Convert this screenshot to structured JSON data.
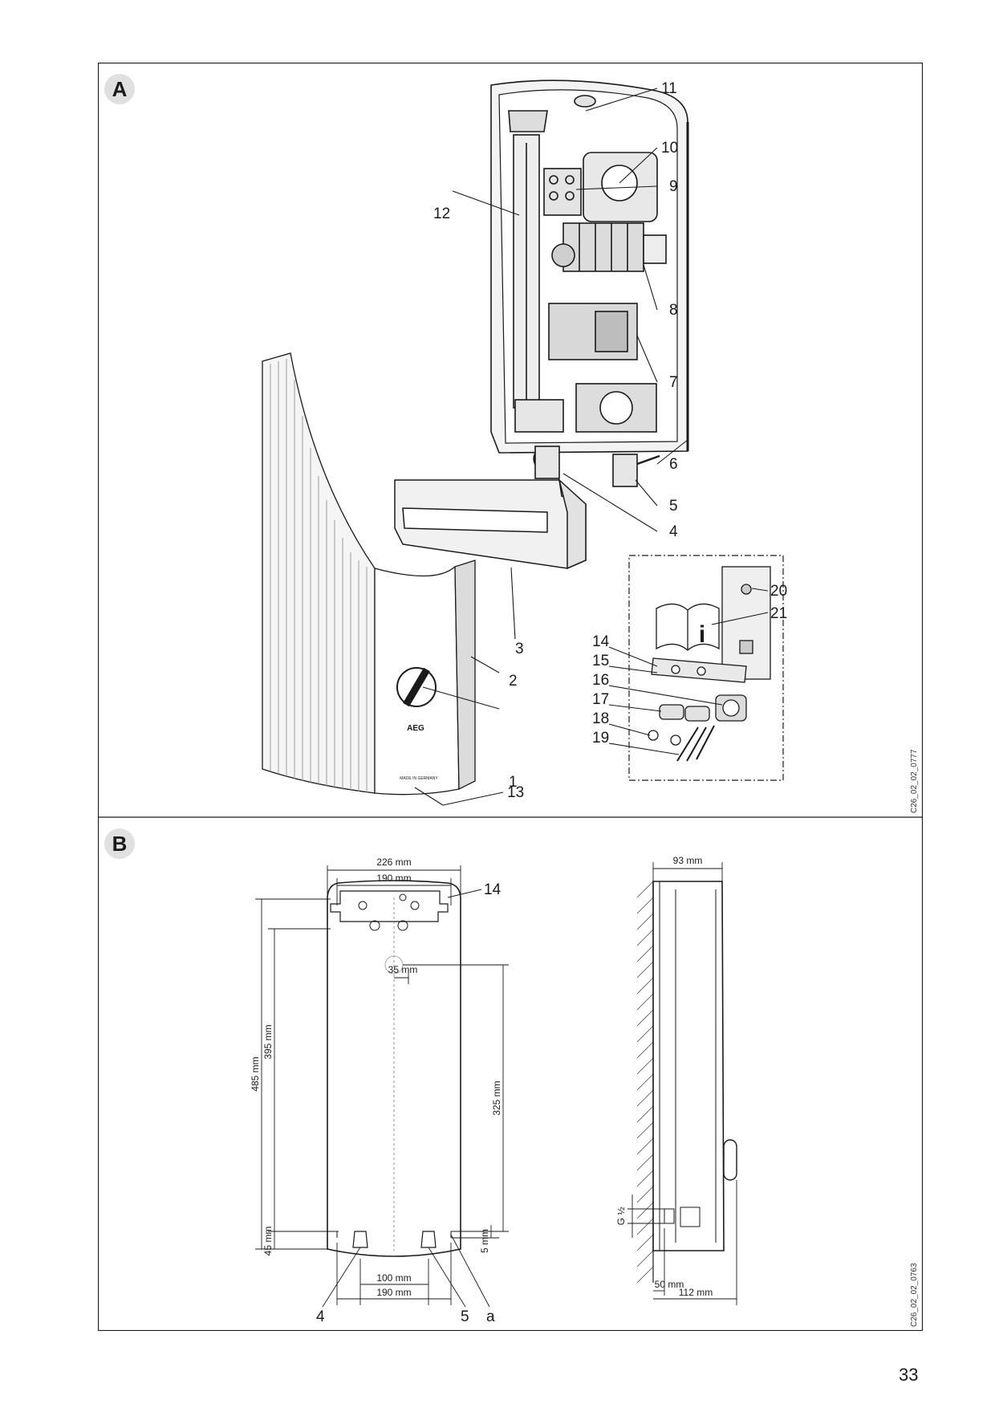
{
  "panels": [
    {
      "letter": "A",
      "code": "C26_02_02_0777",
      "callouts": [
        "1",
        "2",
        "3",
        "4",
        "5",
        "6",
        "7",
        "8",
        "9",
        "10",
        "11",
        "12",
        "13",
        "14",
        "15",
        "16",
        "17",
        "18",
        "19",
        "20",
        "21"
      ],
      "brand": "AEG",
      "made_in": "MADE IN GERMANY",
      "info_glyph": "i"
    },
    {
      "letter": "B",
      "code": "C26_02_02_0763",
      "dimensions": {
        "width_total": "226 mm",
        "width_bracket": "190 mm",
        "height_total": "485 mm",
        "height_bracket": "395 mm",
        "height_connection": "325 mm",
        "offset_center": "35 mm",
        "bottom_offset": "45 mm",
        "pipe_offset": "5 mm",
        "pipe_spacing": "100 mm",
        "pipe_outer": "190 mm",
        "depth": "93 mm",
        "side_pipe": "50 mm",
        "side_total": "112 mm",
        "thread": "G ½"
      },
      "callouts": [
        "14",
        "4",
        "5",
        "a"
      ]
    }
  ],
  "page_number": "33"
}
